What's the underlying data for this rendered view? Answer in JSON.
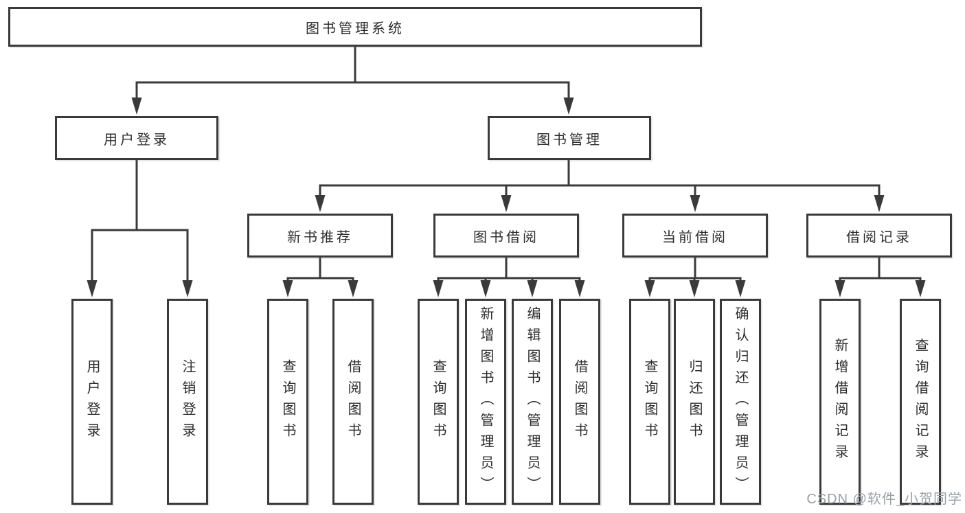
{
  "diagram_title": "图书管理系统",
  "nodes": {
    "root": "图书管理系统",
    "user_login": "用户登录",
    "book_mgmt": "图书管理",
    "new_book_rec": "新书推荐",
    "book_borrow": "图书借阅",
    "current_borrow": "当前借阅",
    "borrow_records": "借阅记录",
    "ul_user_login": "用户登录",
    "ul_logout": "注销登录",
    "nb_query_book": "查询图书",
    "nb_borrow_book": "借阅图书",
    "bb_query_book": "查询图书",
    "bb_add_book": "新增图书（管理员）",
    "bb_edit_book": "编辑图书（管理员）",
    "bb_borrow_book": "借阅图书",
    "cb_query_book": "查询图书",
    "cb_return_book": "归还图书",
    "cb_confirm_return": "确认归还（管理员）",
    "br_add_record": "新增借阅记录",
    "br_query_record": "查询借阅记录"
  },
  "hierarchy": {
    "图书管理系统": {
      "用户登录": [
        "用户登录",
        "注销登录"
      ],
      "图书管理": {
        "新书推荐": [
          "查询图书",
          "借阅图书"
        ],
        "图书借阅": [
          "查询图书",
          "新增图书（管理员）",
          "编辑图书（管理员）",
          "借阅图书"
        ],
        "当前借阅": [
          "查询图书",
          "归还图书",
          "确认归还（管理员）"
        ],
        "借阅记录": [
          "新增借阅记录",
          "查询借阅记录"
        ]
      }
    }
  },
  "watermark": "CSDN @软件_小贺同学",
  "colors": {
    "line": "#3a3a3a",
    "box_border": "#3a3a3a",
    "text": "#2d2d2d",
    "watermark": "#9ba0a6",
    "background": "#ffffff"
  }
}
